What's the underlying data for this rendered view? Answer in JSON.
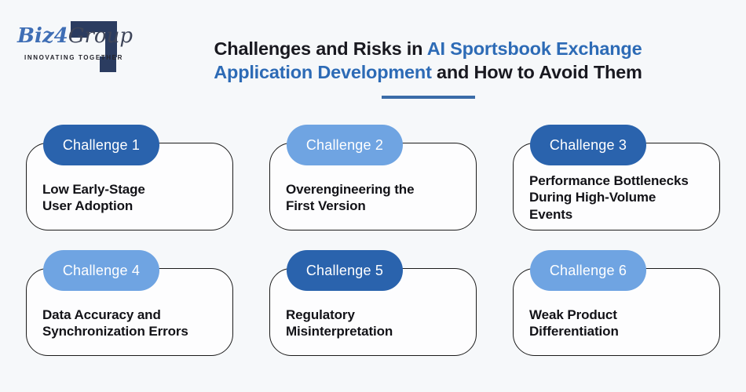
{
  "logo": {
    "brand_biz": "Biz",
    "brand_4": "4",
    "brand_group": "Group",
    "tagline": "INNOVATING TOGETHER"
  },
  "header": {
    "title_line1_dark": "Challenges and Risks in ",
    "title_line1_blue": "AI Sportsbook Exchange",
    "title_line2_blue": "Application Development",
    "title_line2_dark": " and How to Avoid Them"
  },
  "cards": [
    {
      "badge": "Challenge 1",
      "badge_color": "#2a63ad",
      "badge_style": "background:#2a63ad",
      "text": "Low Early-Stage\nUser Adoption"
    },
    {
      "badge": "Challenge 2",
      "badge_color": "#6fa4e2",
      "badge_style": "background:#6fa4e2",
      "text": "Overengineering the\nFirst Version"
    },
    {
      "badge": "Challenge 3",
      "badge_color": "#2a63ad",
      "badge_style": "background:#2a63ad",
      "text": "Performance Bottlenecks\nDuring High-Volume\nEvents"
    },
    {
      "badge": "Challenge 4",
      "badge_color": "#6fa4e2",
      "badge_style": "background:#6fa4e2",
      "text": "Data Accuracy and\nSynchronization Errors"
    },
    {
      "badge": "Challenge 5",
      "badge_color": "#2a63ad",
      "badge_style": "background:#2a63ad",
      "text": "Regulatory\nMisinterpretation"
    },
    {
      "badge": "Challenge 6",
      "badge_color": "#6fa4e2",
      "badge_style": "background:#6fa4e2",
      "text": "Weak Product\nDifferentiation"
    }
  ],
  "colors": {
    "background": "#f6f8fa",
    "card_background": "#fdfdfe",
    "card_border": "#1b1b1b",
    "badge_dark_blue": "#2a63ad",
    "badge_light_blue": "#6fa4e2",
    "title_accent": "#2d6bb6",
    "title_text": "#191920",
    "logo_navy": "#2b3c60",
    "logo_blue": "#3f6eb5"
  }
}
